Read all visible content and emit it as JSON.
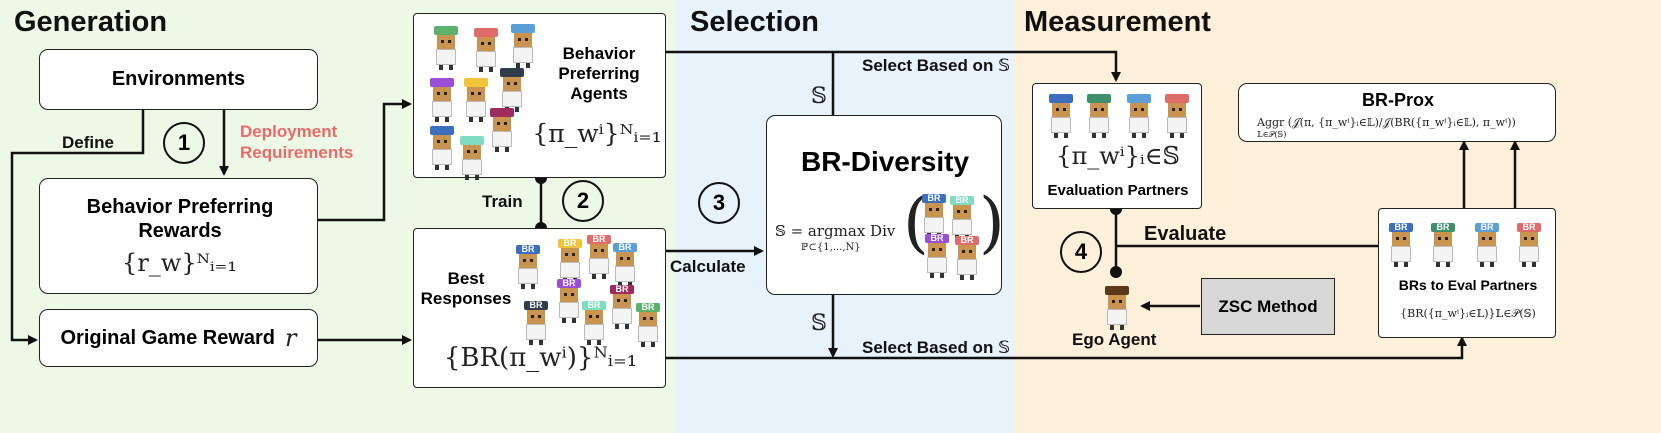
{
  "sections": {
    "generation": "Generation",
    "selection": "Selection",
    "measurement": "Measurement"
  },
  "colors": {
    "generation_bg": "#eef8e6",
    "selection_bg": "#e8f2fb",
    "measurement_bg": "#fdf0db",
    "deployment": "#e86a6a",
    "zsc_bg": "#d7d7d7"
  },
  "boxes": {
    "environments": "Environments",
    "bpr_title": "Behavior Preferring Rewards",
    "bpr_formula": "{r_w}ᴺᵢ₌₁",
    "original_reward": "Original Game Reward",
    "original_reward_sym": "r",
    "bpa_title": "Behavior Preferring Agents",
    "bpa_formula": "{π_wⁱ}ᴺᵢ₌₁",
    "best_responses": "Best Responses",
    "br_formula": "{BR(π_wⁱ)}ᴺᵢ₌₁",
    "br_diversity": "BR-Diversity",
    "brd_formula": "𝕊 = argmax Div",
    "brd_sub": "ℙ⊂{1,...,N}",
    "eval_partners": "Evaluation Partners",
    "eval_formula": "{π_wⁱ}ᵢ∈𝕊",
    "br_prox": "BR-Prox",
    "br_prox_formula": "Aggr (𝒥(π, {π_wⁱ}ᵢ∈𝕃)/𝒥(BR({π_wⁱ}ᵢ∈𝕃), π_wⁱ))",
    "br_prox_sub": "𝕃∈𝒫(𝕊)",
    "brs_eval": "BRs to Eval Partners",
    "brs_formula": "{BR({π_wⁱ}ᵢ∈𝕃)}𝕃∈𝒫(𝕊)",
    "zsc_method": "ZSC Method",
    "ego_agent": "Ego Agent"
  },
  "labels": {
    "define": "Define",
    "deployment_requirements": "Deployment Requirements",
    "train": "Train",
    "calculate": "Calculate",
    "select_based_top": "Select Based on 𝕊",
    "select_based_bottom": "Select Based on 𝕊",
    "s_top": "𝕊",
    "s_bottom": "𝕊",
    "evaluate": "Evaluate"
  },
  "steps": [
    "1",
    "2",
    "3",
    "4"
  ],
  "agent_tag": "BR"
}
